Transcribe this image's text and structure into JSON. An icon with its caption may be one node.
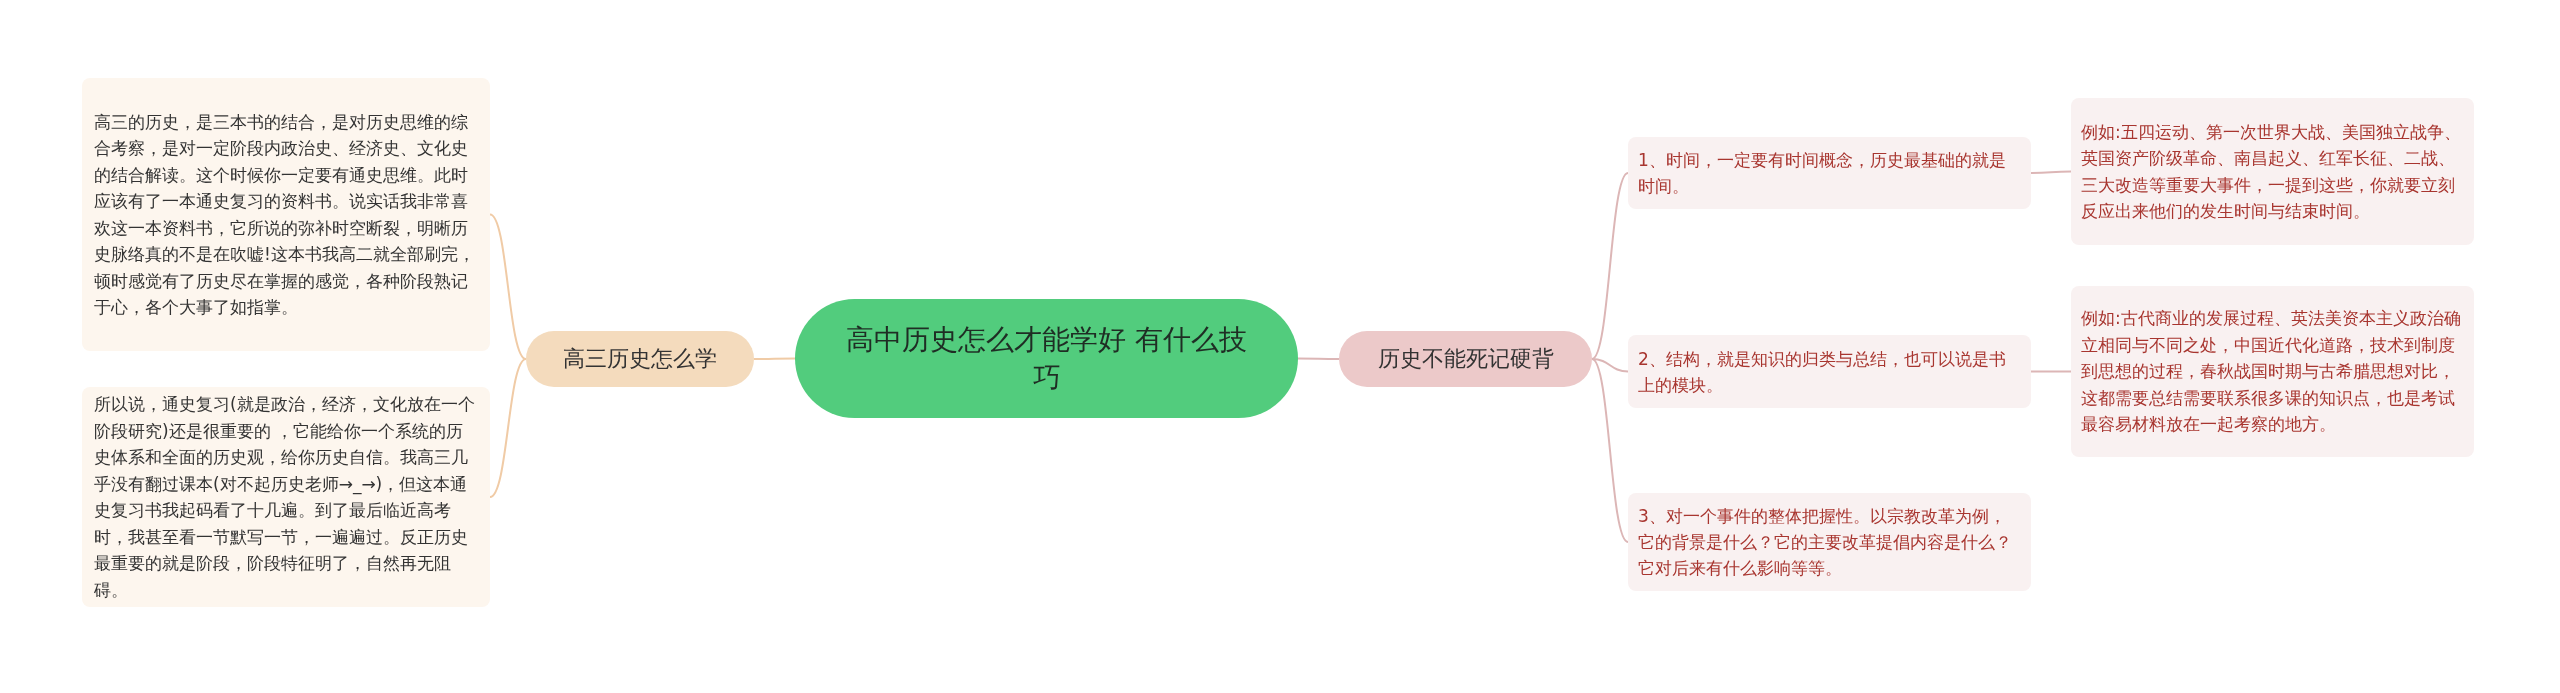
{
  "diagram": {
    "nodes": [
      {
        "text": [
          "高中历史怎么才能学好 有什么技巧"
        ]
      },
      {
        "text": [
          "高三历史怎么学"
        ]
      },
      {
        "text": [
          "高三的历史，是三本书的结合，是对历史思维的综合考察，是对一定阶段内政治史、经济史、文化史的结合解读。这个时候你一定要有通史思维。此时应该有了一本通史复习的资料书。说实话我非常喜欢这一本资料书，它所说的弥补时空断裂，明晰历史脉络真的不是在吹嘘!这本书我高二就全部刷完，顿时感觉有了历史尽在掌握的感觉，各种阶段熟记于心，各个大事了如指掌。"
        ]
      },
      {
        "text": [
          "所以说，通史复习(就是政治，经济，文化放在一个阶段研究)还是很重要的 ，它能给你一个系统的历史体系和全面的历史观，给你历史自信。我高三几乎没有翻过课本(对不起历史老师→_→)，但这本通史复习书我起码看了十几遍。到了最后临近高考时，我甚至看一节默写一节，一遍遍过。反正历史最重要的就是阶段，阶段特征明了，自然再无阻碍。"
        ]
      },
      {
        "text": [
          "历史不能死记硬背"
        ]
      },
      {
        "text": [
          "1、时间，一定要有时间概念，历史最基础的就是时间。"
        ]
      },
      {
        "text": [
          "例如:五四运动、第一次世界大战、美国独立战争、英国资产阶级革命、南昌起义、红军长征、二战、三大改造等重要大事件，一提到这些，你就要立刻反应出来他们的发生时间与结束时间。"
        ]
      },
      {
        "text": [
          "2、结构，就是知识的归类与总结，也可以说是书上的模块。"
        ]
      },
      {
        "text": [
          "例如:古代商业的发展过程、英法美资本主义政治确立相同与不同之处，中国近代化道路，技术到制度到思想的过程，春秋战国时期与古希腊思想对比，这都需要总结需要联系很多课的知识点，也是考试最容易材料放在一起考察的地方。"
        ]
      },
      {
        "text": [
          "3、对一个事件的整体把握性。以宗教改革为例，它的背景是什么？它的主要改革提倡内容是什么？它对后来有什么影响等等。"
        ]
      }
    ],
    "edges": [
      {
        "from": 0,
        "to": 1,
        "arrow": "none",
        "color": "#f0cba6"
      },
      {
        "from": 1,
        "to": 2,
        "arrow": "none",
        "color": "#f0cba6"
      },
      {
        "from": 1,
        "to": 3,
        "arrow": "none",
        "color": "#f0cba6"
      },
      {
        "from": 0,
        "to": 4,
        "arrow": "none"
      },
      {
        "from": 4,
        "to": 5,
        "arrow": "none"
      },
      {
        "from": 5,
        "to": 6,
        "arrow": "none"
      },
      {
        "from": 4,
        "to": 7,
        "arrow": "none"
      },
      {
        "from": 7,
        "to": 8,
        "arrow": "none"
      },
      {
        "from": 4,
        "to": 9,
        "arrow": "none"
      }
    ]
  }
}
